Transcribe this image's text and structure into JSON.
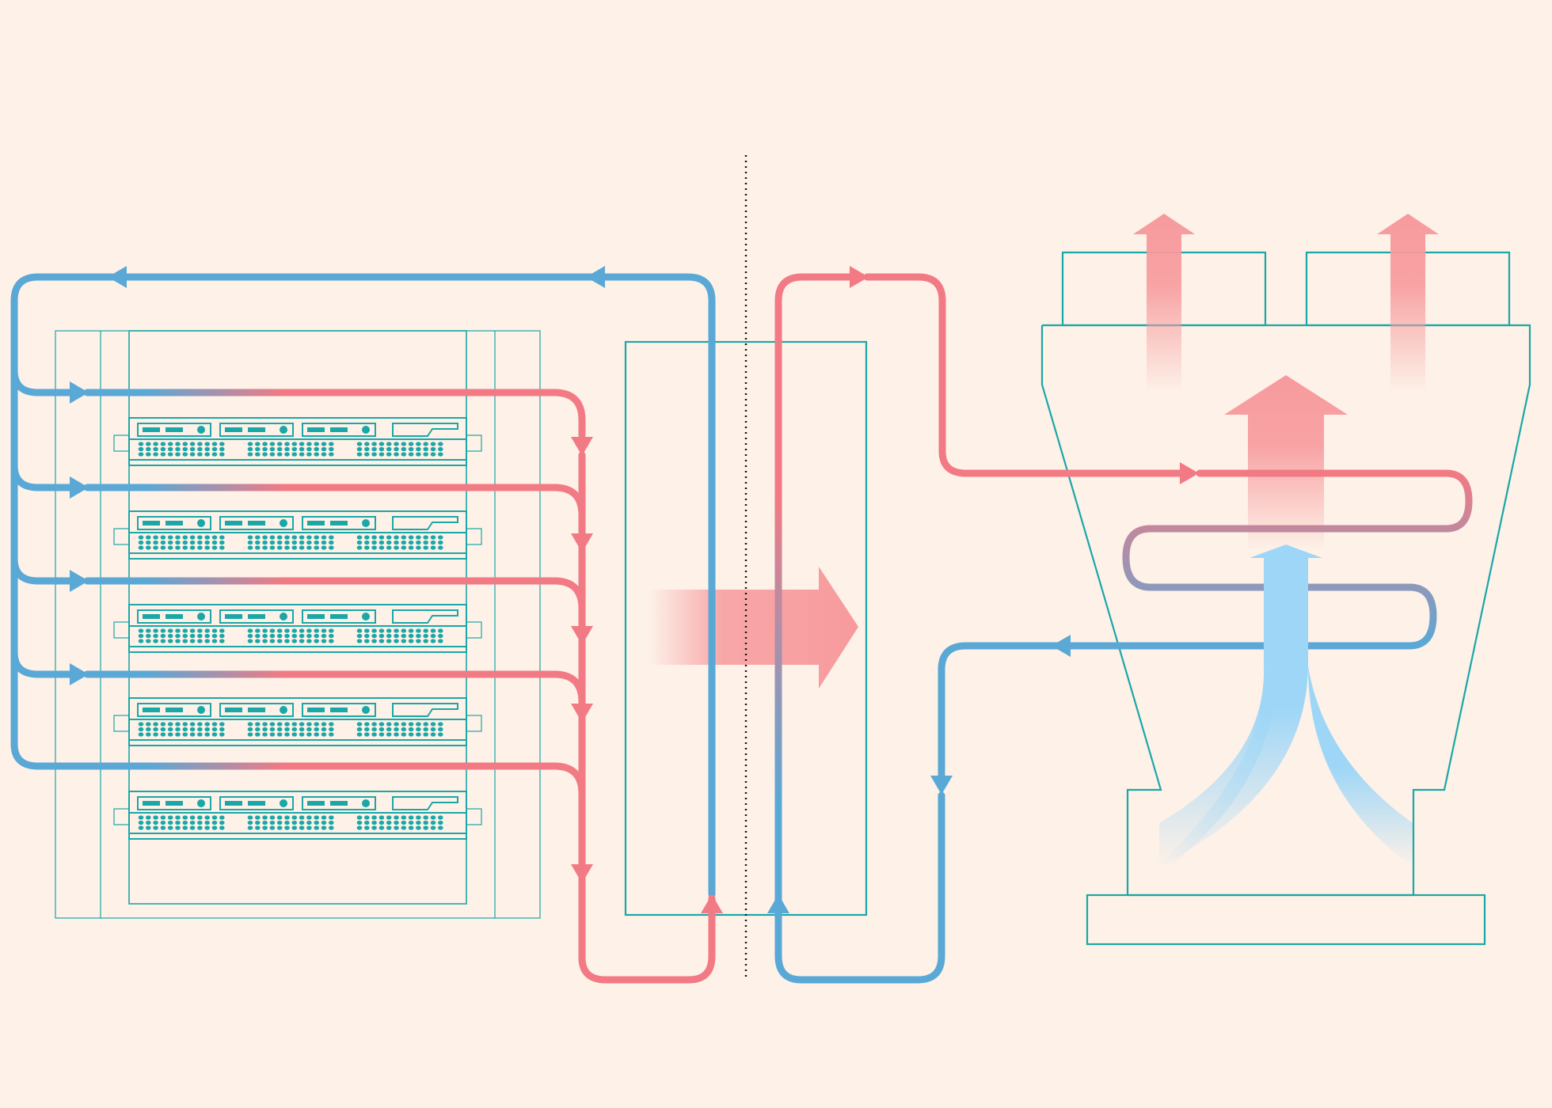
{
  "diagram": {
    "type": "cooling-loop",
    "sections": {
      "rack": {
        "server_count": 5
      },
      "heat_exchanger": {},
      "cooling_tower": {
        "fan_stacks": 2
      }
    },
    "colors": {
      "background": "#fdf1e8",
      "outline": "#1aa7a7",
      "hot": "#f27a84",
      "cold": "#5aa8d6",
      "hot_air": "#f79a9d",
      "cold_air": "#9dd6f7",
      "divider": "#111111"
    }
  }
}
